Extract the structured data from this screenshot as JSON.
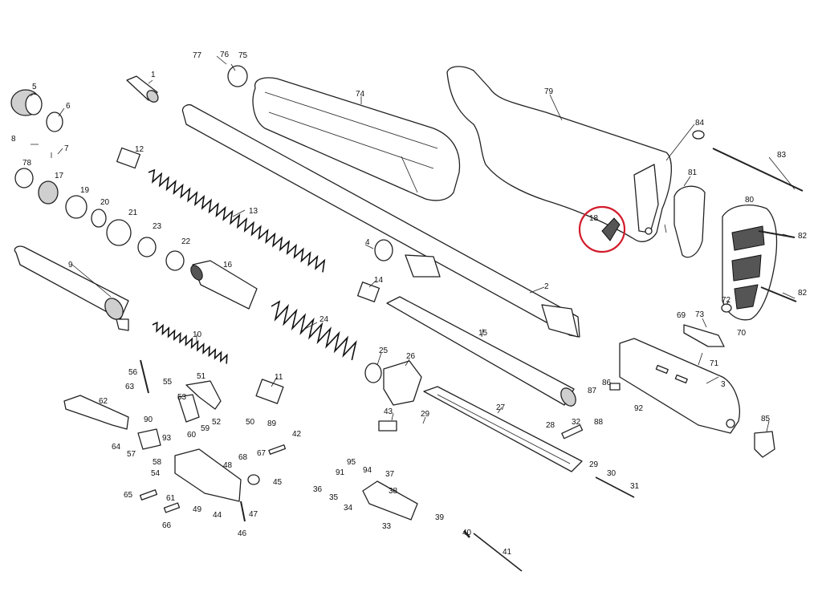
{
  "labels": {
    "p1": "1",
    "p2": "2",
    "p3": "3",
    "p4": "4",
    "p5": "5",
    "p6": "6",
    "p7": "7",
    "p8": "8",
    "p9": "9",
    "p10": "10",
    "p11": "11",
    "p12": "12",
    "p13": "13",
    "p14": "14",
    "p15": "15",
    "p16": "16",
    "p17": "17",
    "p18": "18",
    "p19": "19",
    "p20": "20",
    "p21": "21",
    "p22": "22",
    "p23": "23",
    "p24": "24",
    "p25": "25",
    "p26": "26",
    "p27": "27",
    "p28": "28",
    "p29": "29",
    "p29b": "29",
    "p30": "30",
    "p31": "31",
    "p32": "32",
    "p33": "33",
    "p34": "34",
    "p35": "35",
    "p36": "36",
    "p37": "37",
    "p38": "38",
    "p39": "39",
    "p40": "40",
    "p41": "41",
    "p42": "42",
    "p43": "43",
    "p44": "44",
    "p45": "45",
    "p46": "46",
    "p47": "47",
    "p48": "48",
    "p49": "49",
    "p50": "50",
    "p51": "51",
    "p52": "52",
    "p53": "53",
    "p54": "54",
    "p55": "55",
    "p56": "56",
    "p57": "57",
    "p58": "58",
    "p59": "59",
    "p60": "60",
    "p61": "61",
    "p62": "62",
    "p63": "63",
    "p64": "64",
    "p65": "65",
    "p66": "66",
    "p67": "67",
    "p68": "68",
    "p69": "69",
    "p70": "70",
    "p71": "71",
    "p72": "72",
    "p73": "73",
    "p74": "74",
    "p75": "75",
    "p76": "76",
    "p77": "77",
    "p78": "78",
    "p79": "79",
    "p80": "80",
    "p81": "81",
    "p82a": "82",
    "p82b": "82",
    "p83": "83",
    "p84": "84",
    "p85": "85",
    "p86": "86",
    "p87": "87",
    "p88": "88",
    "p89": "89",
    "p90": "90",
    "p91": "91",
    "p92": "92",
    "p93": "93",
    "p94": "94",
    "p95": "95"
  },
  "highlight": {
    "part": "18",
    "color": "#d21b2a"
  }
}
